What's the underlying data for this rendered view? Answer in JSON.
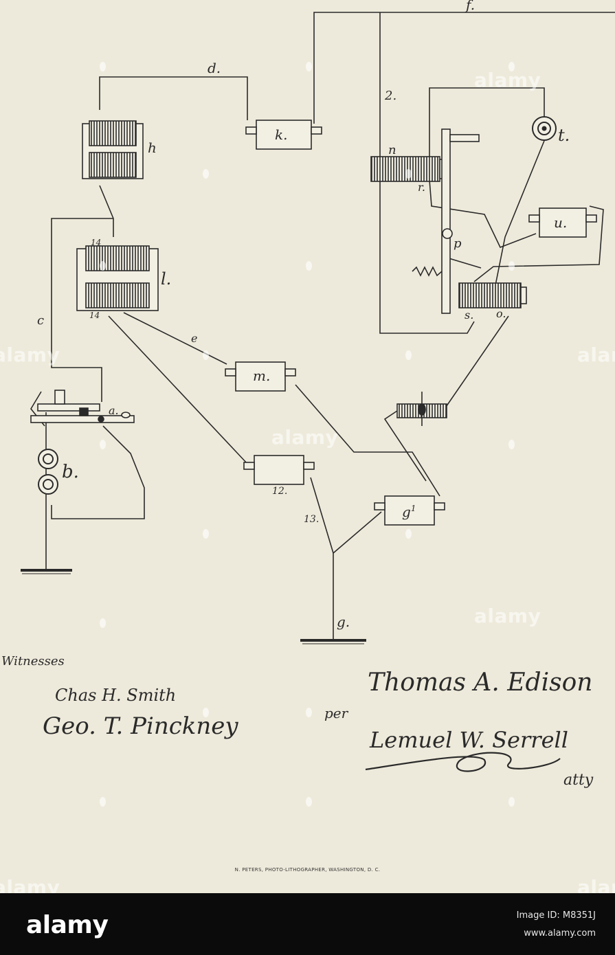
{
  "diagram": {
    "labels": {
      "d": "d.",
      "f": "f.",
      "k": "k.",
      "h": "h",
      "two": "2.",
      "n": "n",
      "t": "t.",
      "r": "r.",
      "u": "u.",
      "p": "p",
      "s": "s.",
      "o": "o.",
      "fourteen_top": "14",
      "l": "l.",
      "fourteen_bottom": "14",
      "c": "c",
      "e": "e",
      "m": "m.",
      "a": "a.",
      "b": "b.",
      "twelve": "12.",
      "thirteen": "13.",
      "g1": "g",
      "g1_prime": "1",
      "g": "g."
    },
    "witnesses_label": "Witnesses",
    "witness_1": "Chas H. Smith",
    "witness_2": "Geo. T. Pinckney",
    "inventor": "Thomas A. Edison",
    "per": "per",
    "attorney": "Lemuel W. Serrell",
    "atty": "atty",
    "printer_credit": "N. PETERS, PHOTO-LITHOGRAPHER, WASHINGTON, D. C."
  },
  "watermark": {
    "text": "alamy"
  },
  "footer": {
    "logo": "alamy",
    "image_id_text": "Image ID: M8351J",
    "site": "www.alamy.com"
  },
  "colors": {
    "paper": "#eeeadb",
    "ink": "#2a2a2a",
    "footer_bg": "#0b0b0b"
  }
}
